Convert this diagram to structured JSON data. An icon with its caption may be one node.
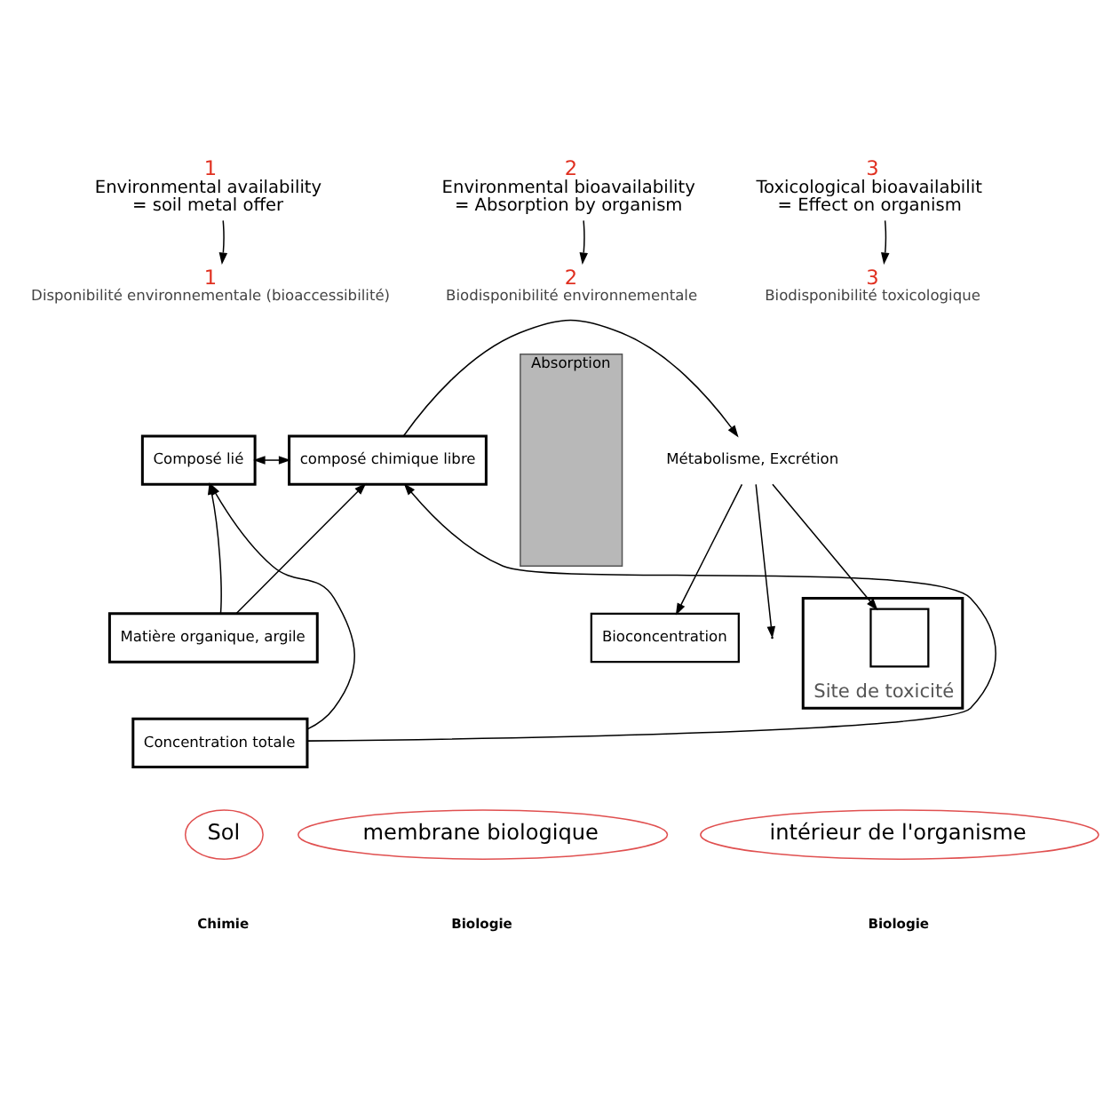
{
  "diagram": {
    "nodes": [
      {
        "text": [
          "1",
          "Environmental availability",
          "= soil metal offer"
        ]
      },
      {
        "text": [
          "2",
          "Environmental bioavailability",
          "= Absorption by organism"
        ]
      },
      {
        "text": [
          "3",
          "Toxicological bioavailabilit",
          "= Effect on organism"
        ]
      },
      {
        "text": [
          "1",
          "Disponibilité environnementale (bioaccessibilité)"
        ]
      },
      {
        "text": [
          "2",
          "Biodisponibilité environnementale"
        ]
      },
      {
        "text": [
          "3",
          "Biodisponibilité toxicologique"
        ]
      },
      {
        "text": [
          "Absorption"
        ]
      },
      {
        "text": [
          "Composé lié"
        ]
      },
      {
        "text": [
          "composé chimique libre"
        ]
      },
      {
        "text": [
          "Métabolisme, Excrétion"
        ]
      },
      {
        "text": [
          "Site de toxicité"
        ]
      },
      {
        "text": [],
        "shape": "box",
        "in": 10
      },
      {
        "text": [
          "Matière organique, argile"
        ]
      },
      {
        "text": [
          "Bioconcentration"
        ]
      },
      {
        "text": [
          "Concentration totale"
        ]
      },
      {
        "text": [
          "Sol"
        ]
      },
      {
        "text": [
          "membrane biologique"
        ]
      },
      {
        "text": [
          "intérieur de l'organisme"
        ]
      }
    ],
    "edges": [
      {
        "from": 0,
        "to": 3,
        "arrow": "to"
      },
      {
        "from": 1,
        "to": 4,
        "arrow": "to"
      },
      {
        "from": 2,
        "to": 5,
        "arrow": "to"
      },
      {
        "from": 7,
        "to": 8,
        "arrow": "both"
      },
      {
        "from": 8,
        "to": 9,
        "arrow": "to"
      },
      {
        "from": 9,
        "to": 11,
        "arrow": "to"
      },
      {
        "from": 9,
        "to": 13,
        "arrow": "to"
      },
      {
        "from": 9,
        "to": null,
        "arrow": "to"
      },
      {
        "from": 12,
        "to": 7,
        "arrow": "to"
      },
      {
        "from": 12,
        "to": 8,
        "arrow": "to"
      },
      {
        "from": 14,
        "to": 7,
        "arrow": "to"
      },
      {
        "from": 14,
        "to": 8,
        "arrow": "to"
      }
    ],
    "labels": [
      "Chimie",
      "Biologie",
      "Biologie"
    ]
  }
}
